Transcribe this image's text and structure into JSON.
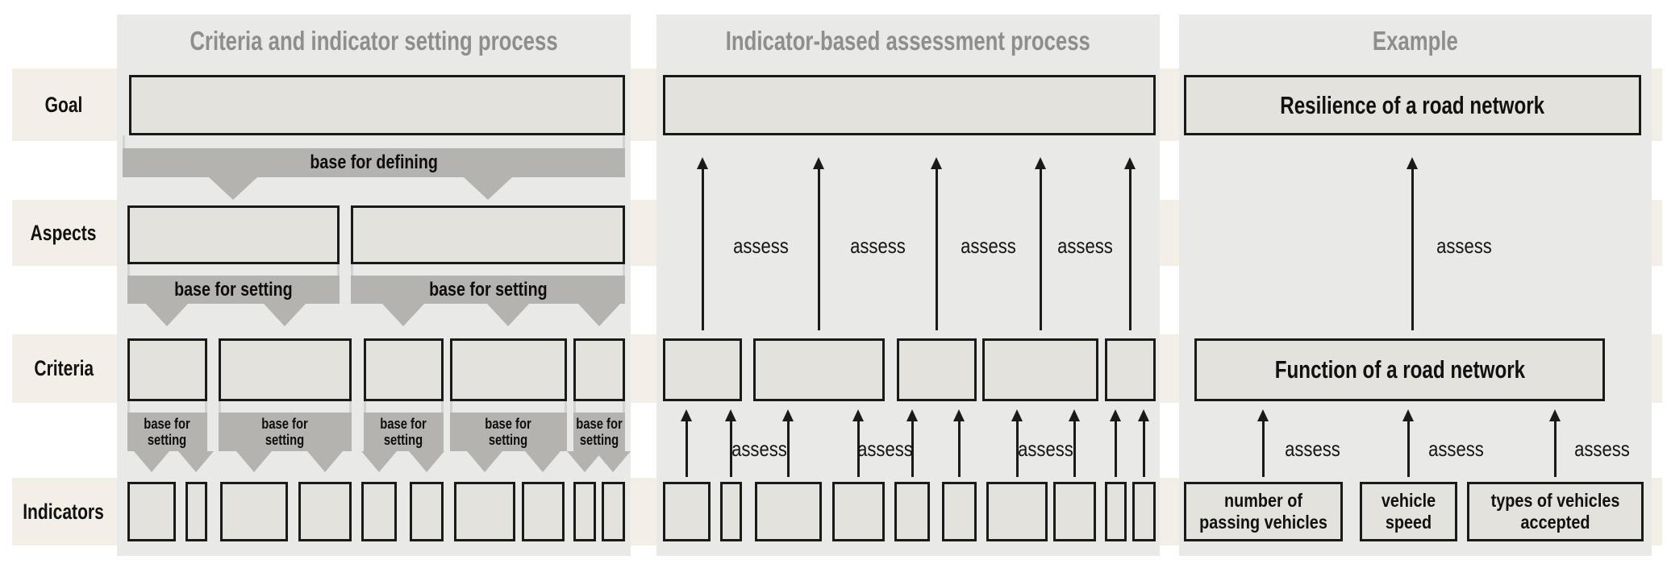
{
  "headers": {
    "setting": "Criteria and indicator setting process",
    "assessment": "Indicator-based assessment process",
    "example": "Example"
  },
  "rows": {
    "goal": "Goal",
    "aspects": "Aspects",
    "criteria": "Criteria",
    "indicators": "Indicators"
  },
  "labels": {
    "base_for_defining": "base for defining",
    "base_for_setting": "base for setting",
    "base_for": "base for",
    "setting": "setting",
    "assess": "assess"
  },
  "example": {
    "goal": "Resilience of a road network",
    "criteria": "Function of a road network",
    "indicators": [
      "number of passing vehicles",
      "vehicle speed",
      "types of vehicles accepted"
    ]
  },
  "colors": {
    "panel_bg": "#e9e9e8",
    "row_band": "#f3efe6",
    "box_fill": "#e4e2dc",
    "box_border": "#1a1a19",
    "banner_gray": "#b5b3b0",
    "header_text": "#8e8e8d",
    "arrow_black": "#1a1a1a"
  }
}
